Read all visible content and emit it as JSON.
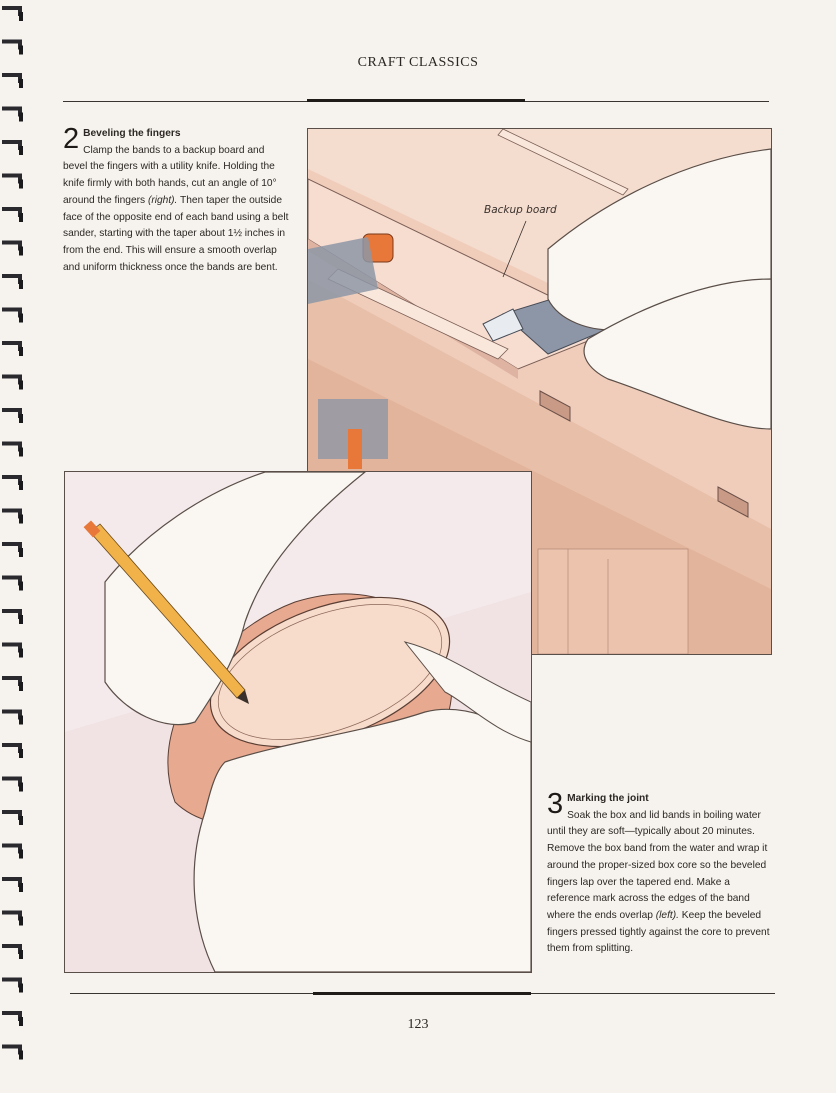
{
  "header": {
    "running_title": "CRAFT CLASSICS"
  },
  "steps": [
    {
      "number": "2",
      "title": "Beveling the fingers",
      "text_a": "Clamp the bands to a backup board and bevel the fingers with a utility knife. Holding the knife firmly with both hands, cut an angle of 10° around the fingers ",
      "ref": "(right).",
      "text_b": " Then taper the outside face of the opposite end of each band using a belt sander, starting with the taper about 1½ inches in from the end. This will ensure a smooth overlap and uniform thickness once the bands are bent."
    },
    {
      "number": "3",
      "title": "Marking the joint",
      "text_a": "Soak the box and lid bands in boiling water until they are soft—typically about 20 minutes. Remove the box band from the water and wrap it around the proper-sized box core so the beveled fingers lap over the tapered end. Make a reference mark across the edges of the band where the ends overlap ",
      "ref": "(left).",
      "text_b": " Keep the beveled fingers pressed tightly against the core to prevent them from splitting."
    }
  ],
  "figures": {
    "beveling_callout": "Backup board"
  },
  "footer": {
    "page_number": "123"
  },
  "colors": {
    "paper": "#f6f3ee",
    "wood": "#f4ddcf",
    "wood_dark": "#e9c3ae",
    "shadow_pink": "#efd9dc",
    "clamp_orange": "#e8773a",
    "metal_gray": "#8d96a6",
    "pencil_yellow": "#f2b24a"
  }
}
